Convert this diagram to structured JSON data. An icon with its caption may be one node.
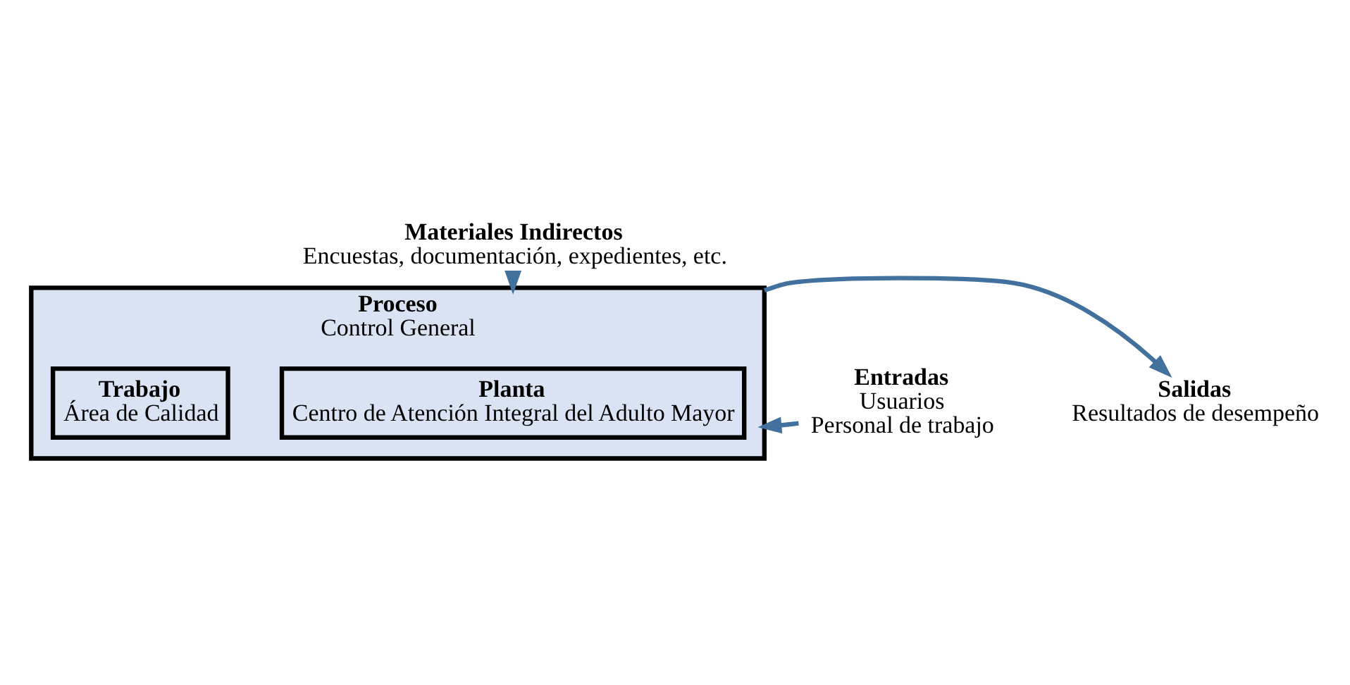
{
  "diagram": {
    "nodes": [
      {
        "text": [
          "Materiales Indirectos",
          "Encuestas, documentación, expedientes, etc."
        ]
      },
      {
        "text": [
          "Proceso",
          "Control General"
        ]
      },
      {
        "text": [
          "Planta",
          "Centro de Atención Integral del Adulto Mayor"
        ],
        "in": 1
      },
      {
        "text": [
          "Trabajo",
          "Área de Calidad"
        ],
        "in": 1
      },
      {
        "text": [
          "Entradas",
          "Usuarios",
          "Personal de trabajo"
        ]
      },
      {
        "text": [
          "Salidas",
          "Resultados de desempeño"
        ]
      }
    ],
    "edges": [
      {
        "from": 0,
        "to": 1,
        "arrow": "to"
      },
      {
        "from": 4,
        "to": 1,
        "arrow": "to"
      },
      {
        "from": 1,
        "to": 5,
        "arrow": "to"
      }
    ]
  }
}
